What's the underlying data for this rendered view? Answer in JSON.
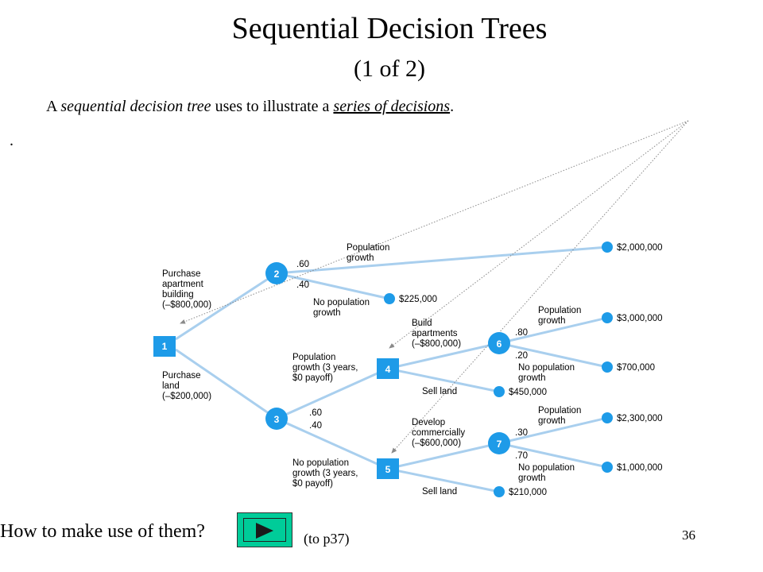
{
  "slide": {
    "title": "Sequential Decision Trees",
    "subtitle": "(1 of 2)",
    "intro": {
      "prefix": "A ",
      "term": "sequential decision tree",
      "middle": " uses to illustrate a ",
      "emph": "series of decisions",
      "suffix": "."
    },
    "bullet_dot": ".",
    "question": "How to make use of them?",
    "link_text": "(to p37)",
    "page_number": "36"
  },
  "tree": {
    "nodes": [
      {
        "id": "1",
        "type": "decision"
      },
      {
        "id": "2",
        "type": "chance"
      },
      {
        "id": "3",
        "type": "chance"
      },
      {
        "id": "4",
        "type": "decision"
      },
      {
        "id": "5",
        "type": "decision"
      },
      {
        "id": "6",
        "type": "chance"
      },
      {
        "id": "7",
        "type": "chance"
      }
    ],
    "branch_labels": {
      "purchase_building": [
        "Purchase",
        "apartment",
        "building",
        "(–$800,000)"
      ],
      "purchase_land": [
        "Purchase",
        "land",
        "(–$200,000)"
      ],
      "pop_growth_2": [
        "Population",
        "growth"
      ],
      "no_pop_growth_2": [
        "No population",
        "growth"
      ],
      "pop_growth_3": [
        "Population",
        "growth (3 years,",
        "$0 payoff)"
      ],
      "no_pop_growth_3": [
        "No population",
        "growth (3 years,",
        "$0 payoff)"
      ],
      "build_apartments": [
        "Build",
        "apartments",
        "(–$800,000)"
      ],
      "develop_commercially": [
        "Develop",
        "commercially",
        "(–$600,000)"
      ],
      "sell_land_4": [
        "Sell land"
      ],
      "sell_land_5": [
        "Sell land"
      ],
      "pop_growth_6": [
        "Population",
        "growth"
      ],
      "no_pop_growth_6": [
        "No population",
        "growth"
      ],
      "pop_growth_7": [
        "Population",
        "growth"
      ],
      "no_pop_growth_7": [
        "No population",
        "growth"
      ]
    },
    "probabilities": {
      "p2_up": ".60",
      "p2_down": ".40",
      "p3_up": ".60",
      "p3_down": ".40",
      "p6_up": ".80",
      "p6_down": ".20",
      "p7_up": ".30",
      "p7_down": ".70"
    },
    "payoffs": {
      "p2_growth": "$2,000,000",
      "p2_no_growth": "$225,000",
      "p6_growth": "$3,000,000",
      "p6_no_growth": "$700,000",
      "p4_sell": "$450,000",
      "p7_growth": "$2,300,000",
      "p7_no_growth": "$1,000,000",
      "p5_sell": "$210,000"
    },
    "colors": {
      "branch": "#a9cfee",
      "node": "#1e9be8",
      "pointer": "#8a8a8a"
    }
  }
}
